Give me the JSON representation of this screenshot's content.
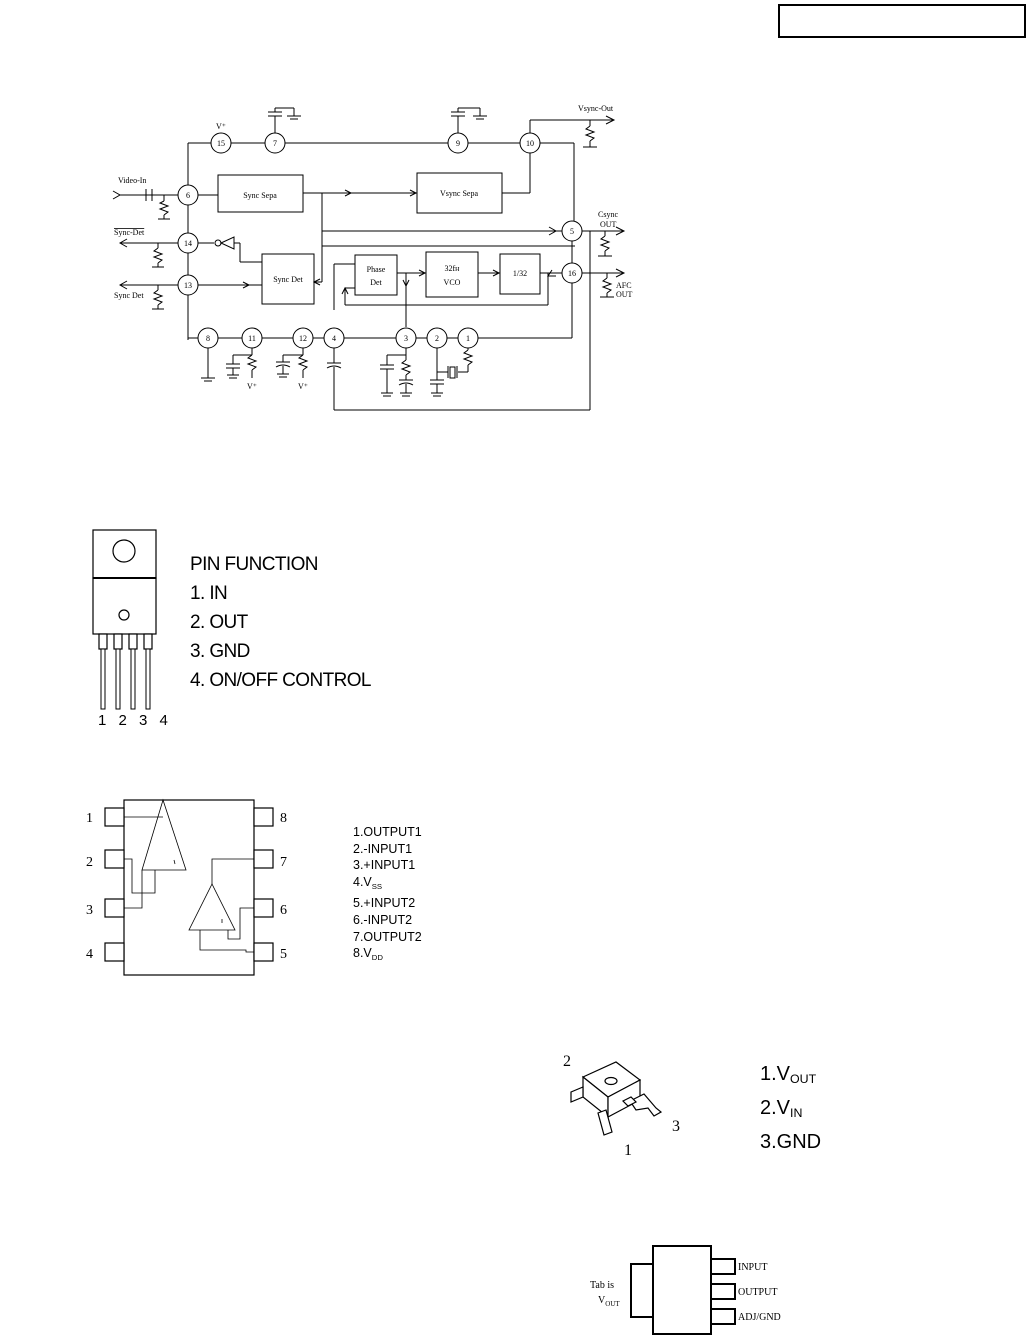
{
  "sync_ic": {
    "labels": {
      "video_in": "Video-In",
      "sync_det_bar": "Sync-Det",
      "sync_det": "Sync Det",
      "vsync_out": "Vsync-Out",
      "csync": "Csync",
      "out": "OUT",
      "afc": "AFC",
      "afc_out": "OUT",
      "vplus": "V⁺",
      "vplus_11": "V⁺",
      "vplus_12": "V⁺"
    },
    "blocks": {
      "sync_sepa": "Sync Sepa",
      "vsync_sepa": "Vsync Sepa",
      "sync_det_block": "Sync Det",
      "phase_det_1": "Phase",
      "phase_det_2": "Det",
      "vco_1": "32fн",
      "vco_2": "VCO",
      "divider": "1/32"
    },
    "pins": {
      "p15": "15",
      "p7": "7",
      "p9": "9",
      "p10": "10",
      "p6": "6",
      "p14": "14",
      "p13": "13",
      "p5": "5",
      "p16": "16",
      "p8": "8",
      "p11": "11",
      "p12": "12",
      "p4": "4",
      "p3": "3",
      "p2": "2",
      "p1": "1"
    }
  },
  "to220": {
    "heading": "PIN FUNCTION",
    "pins": [
      "1. IN",
      "2. OUT",
      "3. GND",
      "4. ON/OFF CONTROL"
    ],
    "pin_numbers": "1 2 3 4"
  },
  "dual_opamp": {
    "left_pins": [
      "1",
      "2",
      "3",
      "4"
    ],
    "right_pins": [
      "8",
      "7",
      "6",
      "5"
    ],
    "pins": [
      {
        "text": "1.OUTPUT1"
      },
      {
        "text": "2.-INPUT1"
      },
      {
        "text": "3.+INPUT1"
      },
      {
        "text": "4.V",
        "sub": "SS"
      },
      {
        "text": "5.+INPUT2"
      },
      {
        "text": "6.-INPUT2"
      },
      {
        "text": "7.OUTPUT2"
      },
      {
        "text": "8.V",
        "sub": "DD"
      }
    ]
  },
  "dpak": {
    "labels": [
      "2",
      "3",
      "1"
    ],
    "pins": [
      {
        "text": "1.V",
        "sub": "OUT"
      },
      {
        "text": "2.V",
        "sub": "IN"
      },
      {
        "text": "3.GND"
      }
    ]
  },
  "sot223": {
    "tab_line1": "Tab is",
    "tab_line2": "V",
    "tab_sub": "OUT",
    "pins": [
      "INPUT",
      "OUTPUT",
      "ADJ/GND"
    ]
  },
  "colors": {
    "ink": "#000000",
    "paper": "#ffffff"
  }
}
